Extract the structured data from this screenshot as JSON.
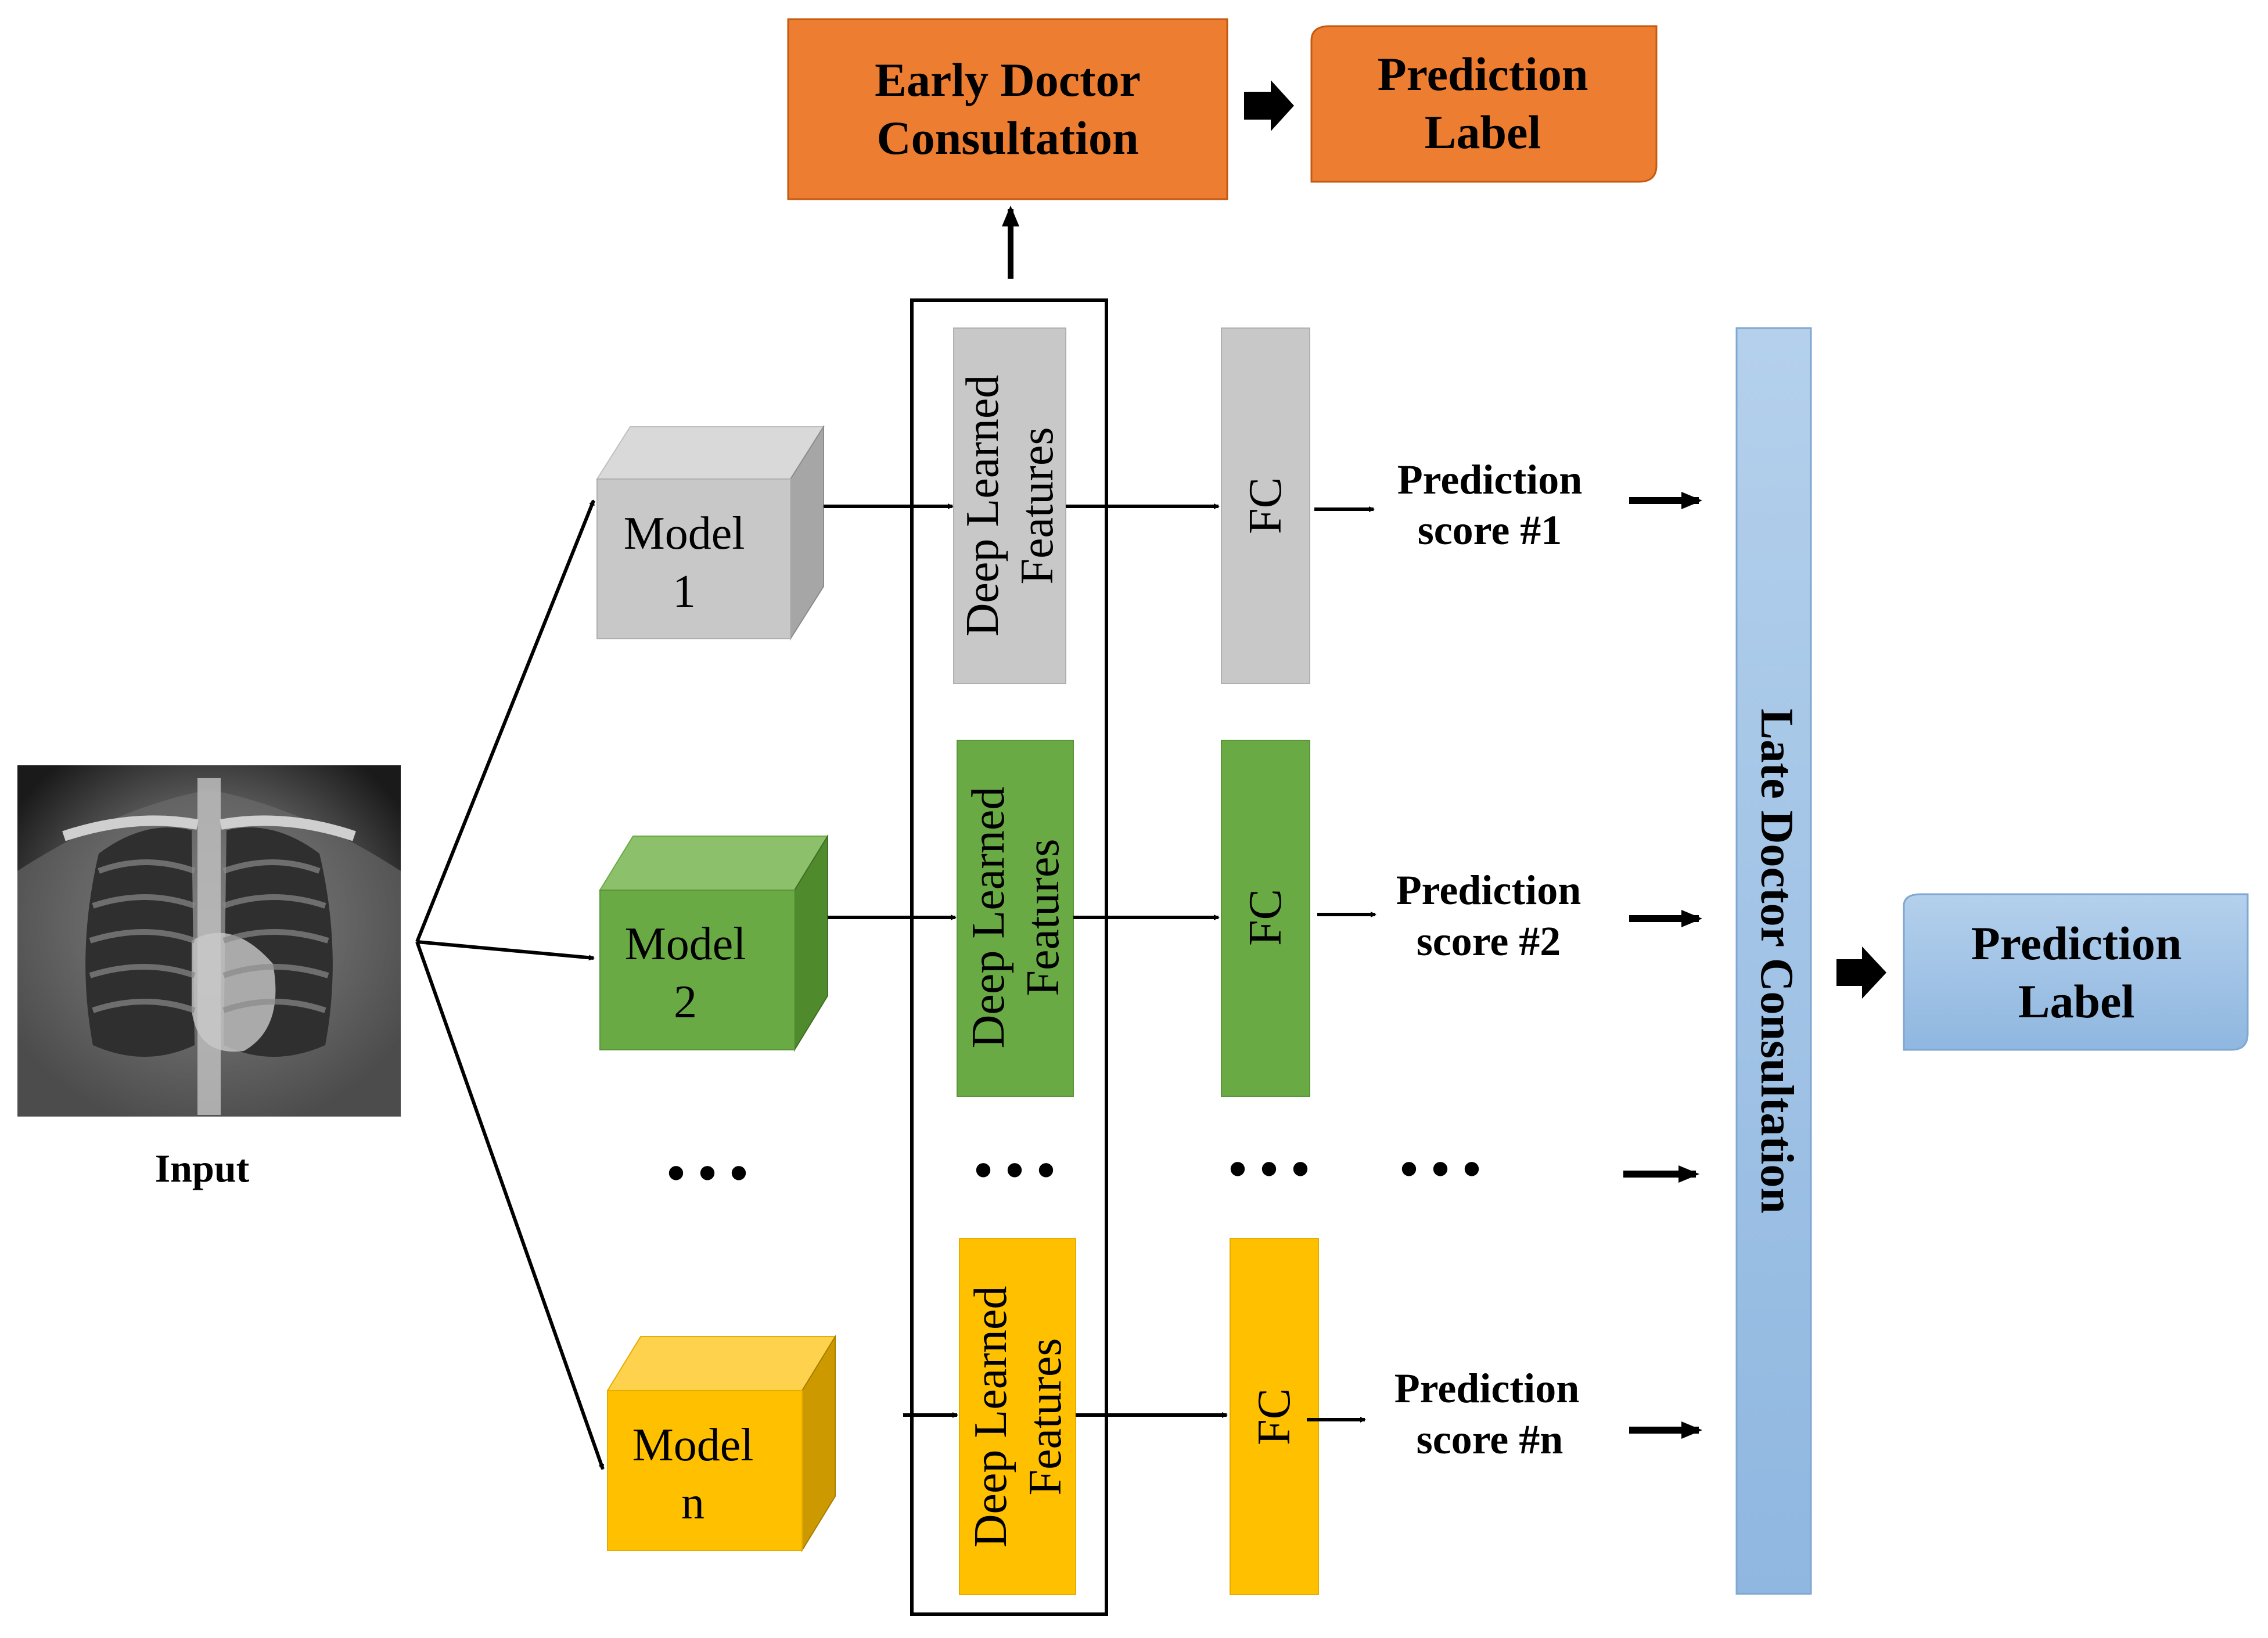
{
  "input": {
    "label": "Input"
  },
  "early_fusion": {
    "title_line1": "Early Doctor",
    "title_line2": "Consultation",
    "output_line1": "Prediction",
    "output_line2": "Label"
  },
  "late_fusion": {
    "title": "Late Doctor Consultation",
    "output_line1": "Prediction",
    "output_line2": "Label"
  },
  "branches": [
    {
      "model_line1": "Model",
      "model_line2": "1",
      "features_line1": "Deep Learned",
      "features_line2": "Features",
      "fc": "FC",
      "score_line1": "Prediction",
      "score_line2": "score #1",
      "color": "#c8c8c8"
    },
    {
      "model_line1": "Model",
      "model_line2": "2",
      "features_line1": "Deep Learned",
      "features_line2": "Features",
      "fc": "FC",
      "score_line1": "Prediction",
      "score_line2": "score #2",
      "color": "#6aaa45"
    },
    {
      "model_line1": "Model",
      "model_line2": "n",
      "features_line1": "Deep Learned",
      "features_line2": "Features",
      "fc": "FC",
      "score_line1": "Prediction",
      "score_line2": "score #n",
      "color": "#ffc000"
    }
  ],
  "ellipsis": "• • •",
  "colors": {
    "early_box": "#ed7d31",
    "late_bar": "#9dc3e6",
    "late_output": "#9dc3e6",
    "stroke": "#000000"
  },
  "icons": {
    "input_image": "chest-xray-image",
    "arrow": "arrow-right-icon",
    "block_arrow": "block-arrow-right-icon"
  }
}
